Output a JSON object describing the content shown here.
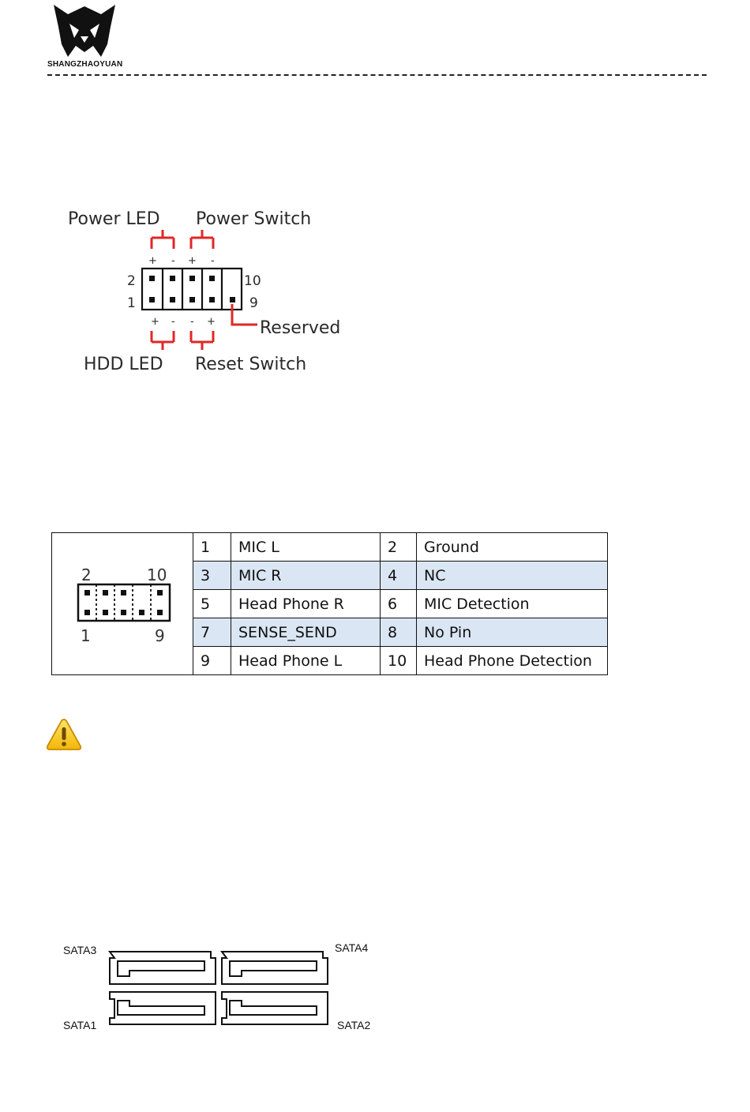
{
  "header": {
    "brand_text": "SHANGZHAOYUAN"
  },
  "front_panel": {
    "power_led_label": "Power LED",
    "power_switch_label": "Power Switch",
    "hdd_led_label": "HDD LED",
    "reset_switch_label": "Reset Switch",
    "reserved_label": "Reserved",
    "pin_2": "2",
    "pin_1": "1",
    "pin_10": "10",
    "pin_9": "9",
    "top_signs": [
      "+",
      "-",
      "+",
      "-"
    ],
    "bottom_signs": [
      "+",
      "-",
      "-",
      "+"
    ],
    "accent_color": "#e02727"
  },
  "audio_header": {
    "pin_2": "2",
    "pin_10": "10",
    "pin_1": "1",
    "pin_9": "9",
    "rows": [
      {
        "pin_a": "1",
        "sig_a": "MIC L",
        "pin_b": "2",
        "sig_b": "Ground"
      },
      {
        "pin_a": "3",
        "sig_a": "MIC R",
        "pin_b": "4",
        "sig_b": "NC"
      },
      {
        "pin_a": "5",
        "sig_a": "Head Phone R",
        "pin_b": "6",
        "sig_b": "MIC Detection"
      },
      {
        "pin_a": "7",
        "sig_a": "SENSE_SEND",
        "pin_b": "8",
        "sig_b": "No Pin"
      },
      {
        "pin_a": "9",
        "sig_a": "Head Phone L",
        "pin_b": "10",
        "sig_b": "Head Phone Detection"
      }
    ],
    "shade_color": "#dbe6f4"
  },
  "warning": {
    "icon": "warning-icon",
    "color": "#f5c518"
  },
  "sata": {
    "labels": {
      "sata3": "SATA3",
      "sata4": "SATA4",
      "sata1": "SATA1",
      "sata2": "SATA2"
    }
  }
}
